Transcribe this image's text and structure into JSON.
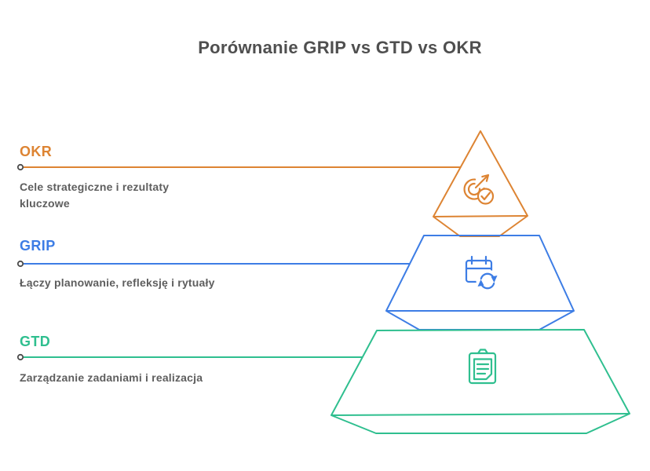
{
  "title": "Porównanie GRIP vs GTD vs OKR",
  "colors": {
    "okr": "#DD8433",
    "grip": "#3D7DE5",
    "gtd": "#2FBF8F",
    "title_text": "#4F4F4F",
    "description_text": "#5E5E5E",
    "connector_ring": "#4B4B4B"
  },
  "items": [
    {
      "id": "okr",
      "label": "OKR",
      "description": "Cele strategiczne i rezultaty kluczowe",
      "icon": "target-goal-icon",
      "tier": "top",
      "color": "#DD8433"
    },
    {
      "id": "grip",
      "label": "GRIP",
      "description": "Łączy planowanie, refleksję i rytuały",
      "icon": "calendar-sync-icon",
      "tier": "middle",
      "color": "#3D7DE5"
    },
    {
      "id": "gtd",
      "label": "GTD",
      "description": "Zarządzanie zadaniami i realizacja",
      "icon": "clipboard-tasks-icon",
      "tier": "bottom",
      "color": "#2FBF8F"
    }
  ]
}
